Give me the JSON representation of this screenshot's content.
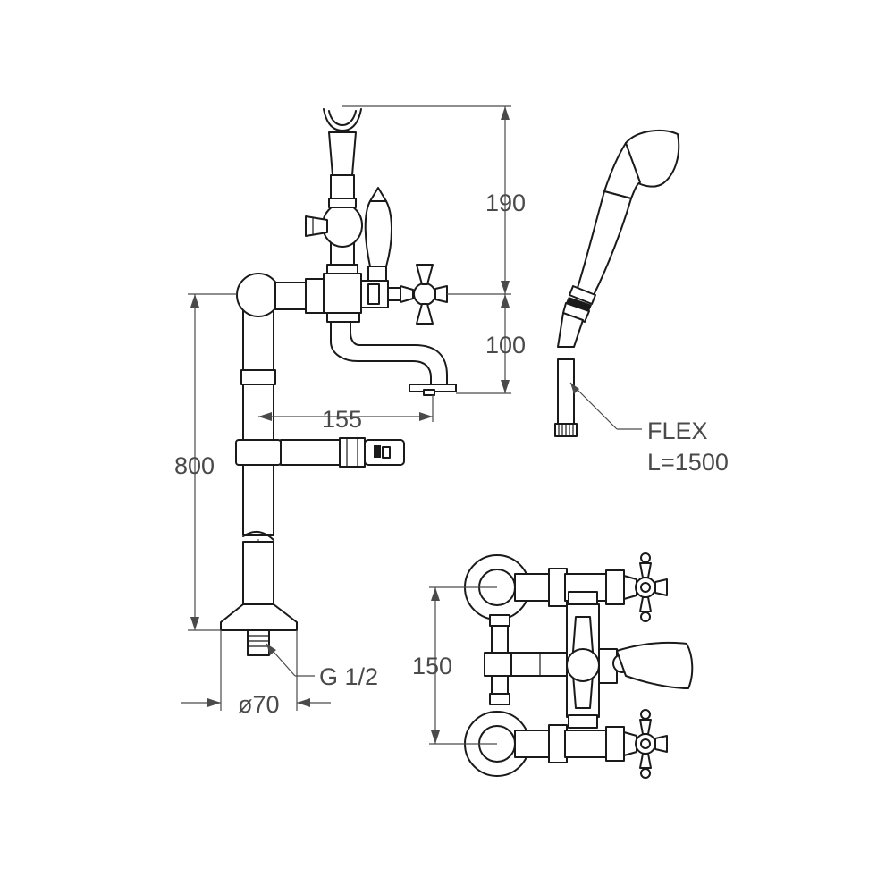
{
  "dimensions": {
    "top_height": "190",
    "spout_height": "100",
    "spout_reach": "155",
    "column_height": "800",
    "thread": "G 1/2",
    "base_diameter": "ø70",
    "center_distance": "150"
  },
  "hose": {
    "type": "FLEX",
    "length": "L=1500"
  }
}
